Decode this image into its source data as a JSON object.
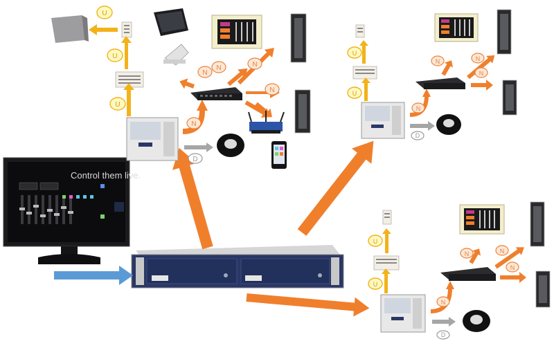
{
  "monitor": {
    "headline": "Control them live."
  },
  "badges": {
    "u": "U",
    "n": "N",
    "d": "D"
  },
  "colors": {
    "arrow_orange": "#f07f2c",
    "arrow_blue": "#5b9bd5",
    "arrow_gray": "#a6a6a6",
    "badge_u_fill": "#fff9c0",
    "badge_u_stroke": "#f2b21a",
    "badge_n_fill": "#fde7d5",
    "badge_n_stroke": "#e9833d",
    "badge_d_stroke": "#9a9a9a",
    "rack_navy": "#22305c",
    "screen_black": "#0c0c0e"
  },
  "icons": {
    "monitor": "control-monitor-icon",
    "central_unit": "rack-controller-icon",
    "dimmer_pack": "dimmer-pack-icon",
    "switch": "network-switch-icon",
    "router": "wifi-router-icon",
    "phone": "smartphone-icon",
    "tablet": "wall-tablet-icon",
    "touch_panel": "touch-panel-icon",
    "wall_panel": "wall-keypad-icon",
    "downlight": "downlight-icon",
    "rack_tower": "rack-tower-icon",
    "enclosure": "enclosure-box-icon",
    "desk_stand": "desk-stand-icon"
  }
}
